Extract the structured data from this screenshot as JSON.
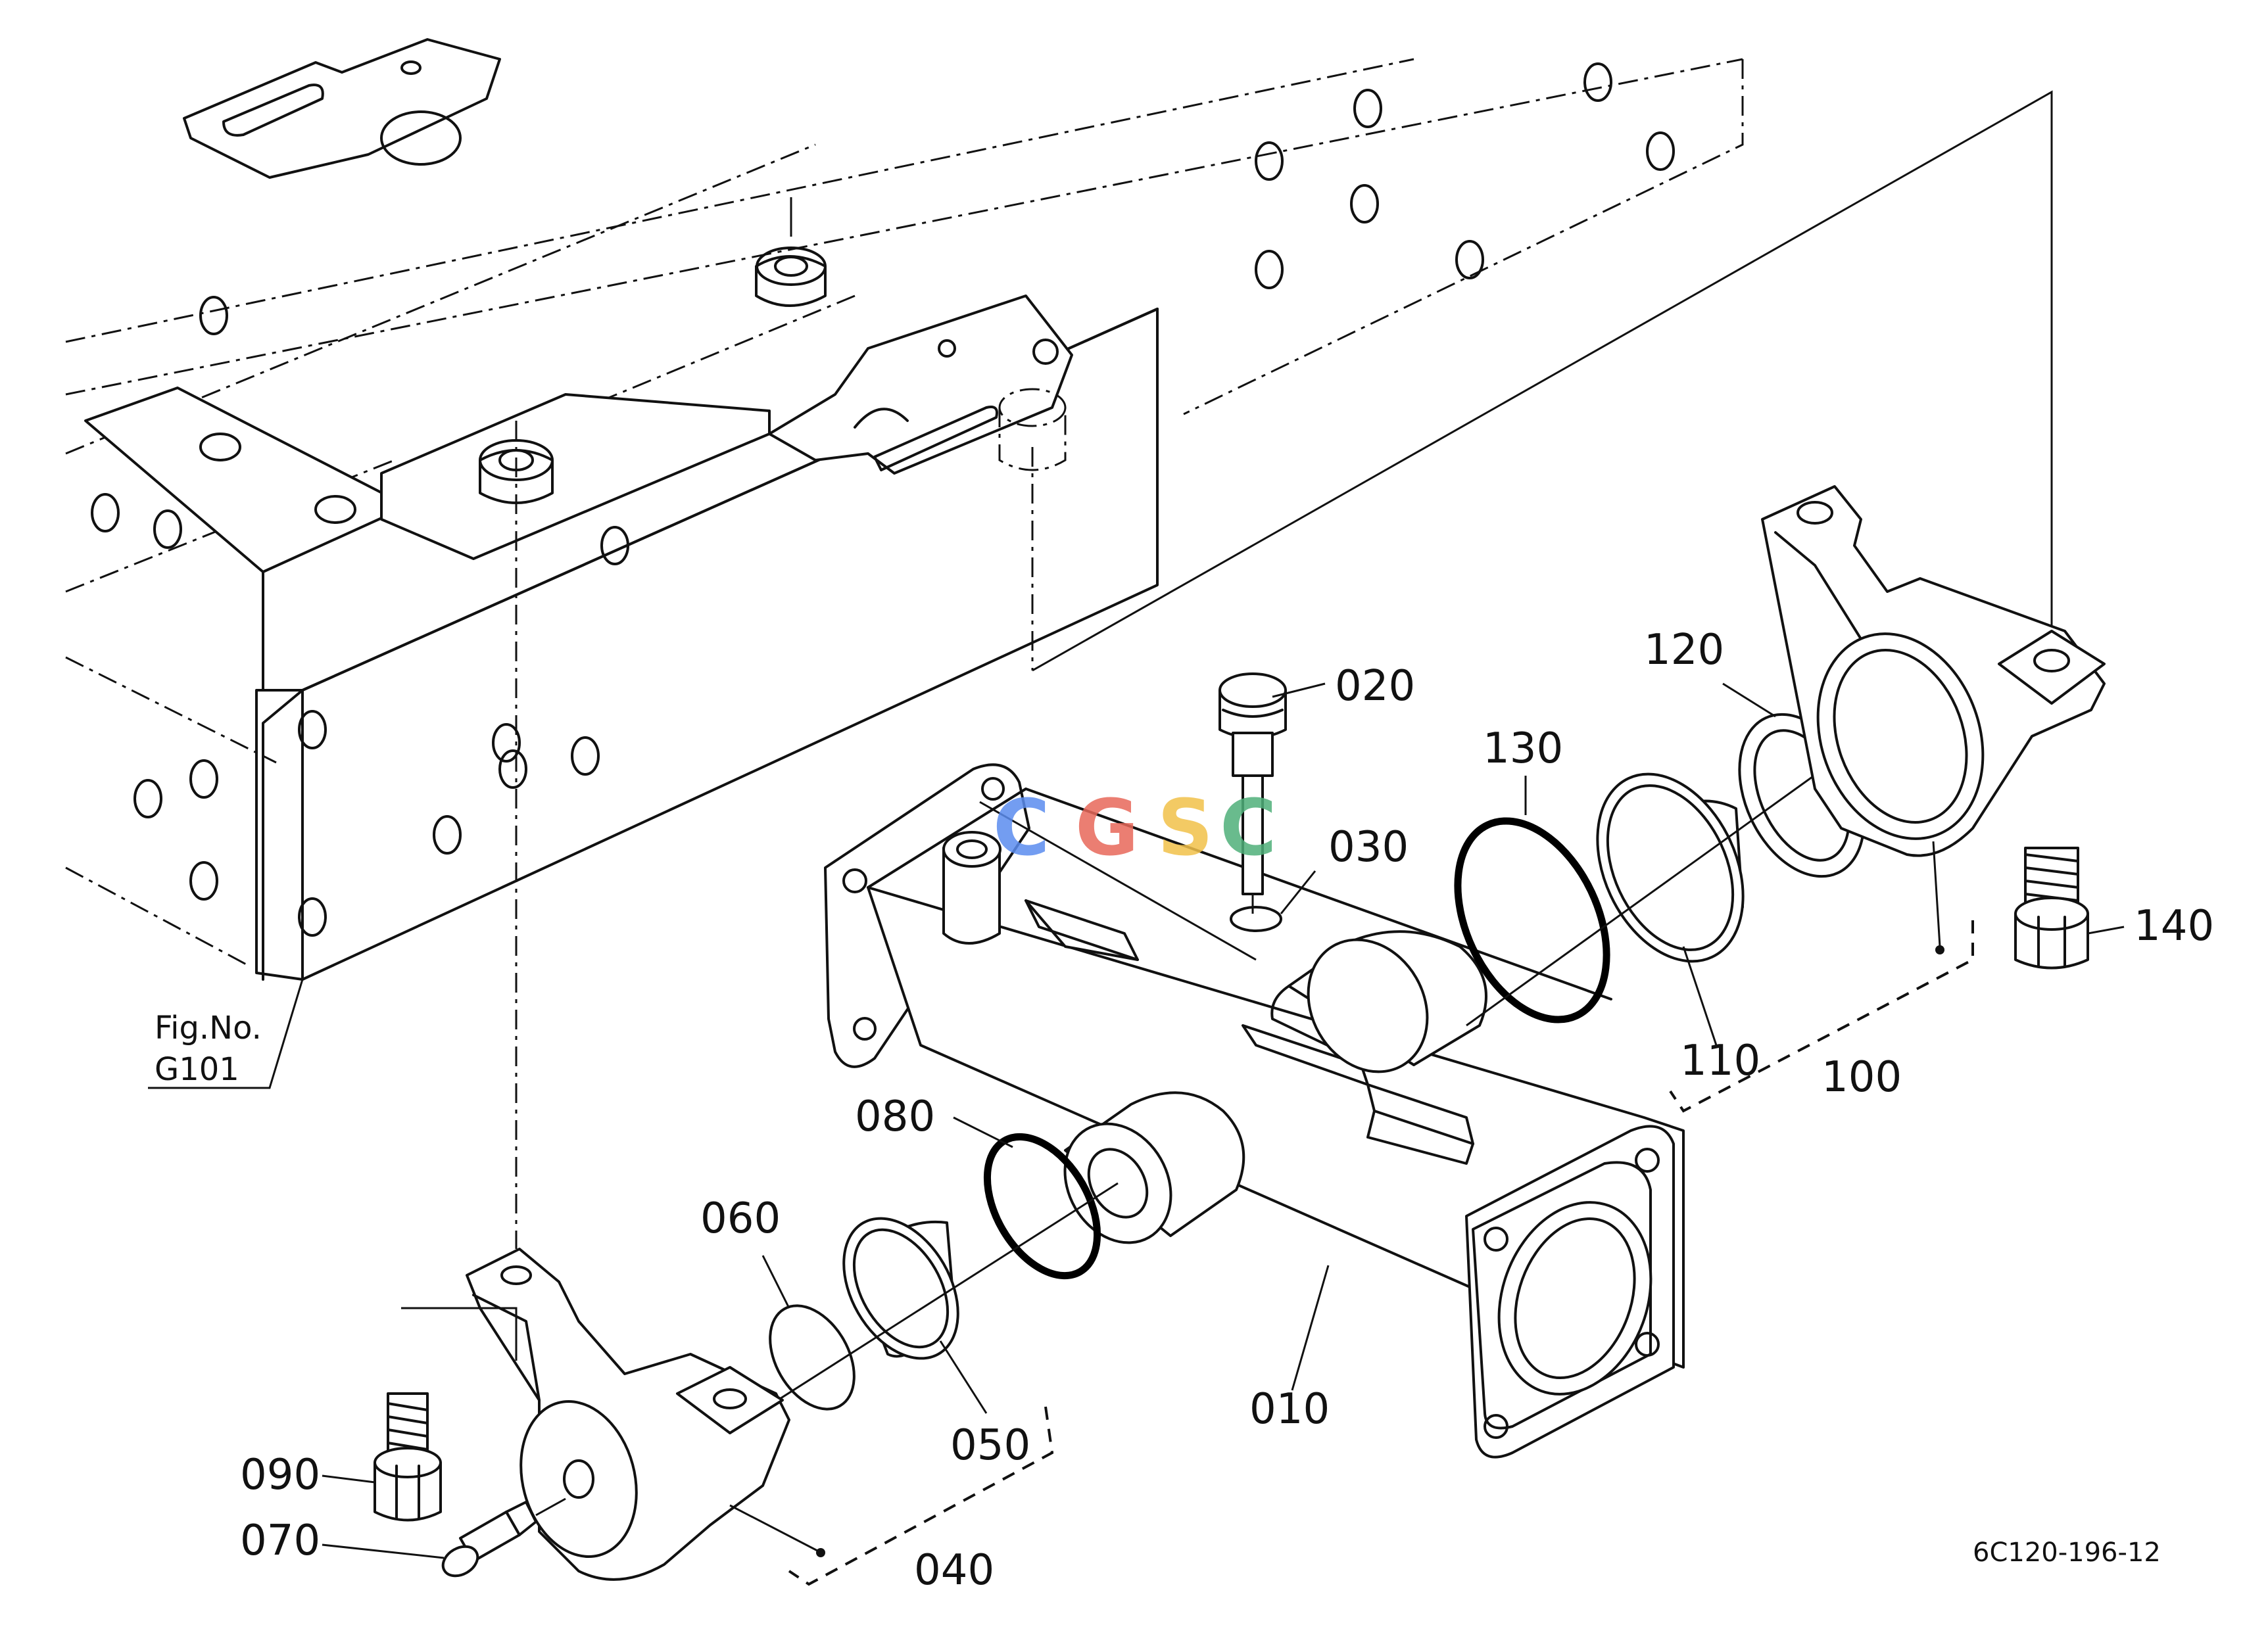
{
  "figure_ref": {
    "line1": "Fig.No.",
    "line2": "G101"
  },
  "drawing_code": "6C120-196-12",
  "watermark": {
    "letters": [
      {
        "ch": "C",
        "color": "#5b8def"
      },
      {
        "ch": "G",
        "color": "#e8685a"
      },
      {
        "ch": "S",
        "color": "#f2c14a"
      },
      {
        "ch": "C",
        "color": "#4fb07a"
      }
    ]
  },
  "callouts": {
    "p010": "010",
    "p020": "020",
    "p030": "030",
    "p040": "040",
    "p050": "050",
    "p060": "060",
    "p070": "070",
    "p080": "080",
    "p090": "090",
    "p100": "100",
    "p110": "110",
    "p120": "120",
    "p130": "130",
    "p140": "140"
  }
}
